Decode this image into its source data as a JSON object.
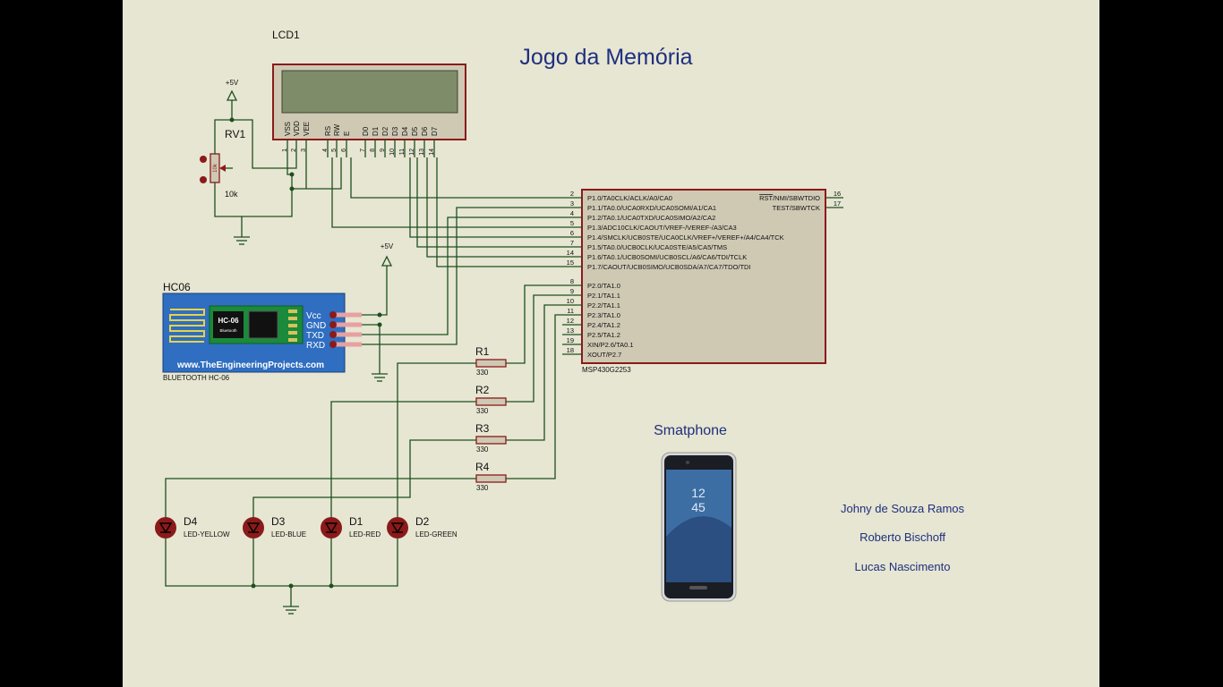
{
  "title": "Jogo da Memória",
  "colors": {
    "sheet_bg": "#e6e6d2",
    "wire": "#1f4f1f",
    "part_outline": "#8b1a1a",
    "part_fill": "#cfc9b4",
    "text_blue": "#1f2f7f",
    "lcd_screen": "#7f8c6a"
  },
  "lcd": {
    "ref": "LCD1",
    "pins": [
      {
        "name": "VSS",
        "num": "1"
      },
      {
        "name": "VDD",
        "num": "2"
      },
      {
        "name": "VEE",
        "num": "3"
      },
      {
        "name": "RS",
        "num": "4"
      },
      {
        "name": "RW",
        "num": "5"
      },
      {
        "name": "E",
        "num": "6"
      },
      {
        "name": "D0",
        "num": "7"
      },
      {
        "name": "D1",
        "num": "8"
      },
      {
        "name": "D2",
        "num": "9"
      },
      {
        "name": "D3",
        "num": "10"
      },
      {
        "name": "D4",
        "num": "11"
      },
      {
        "name": "D5",
        "num": "12"
      },
      {
        "name": "D6",
        "num": "13"
      },
      {
        "name": "D7",
        "num": "14"
      }
    ]
  },
  "pot": {
    "ref": "RV1",
    "value": "10k",
    "body": "10k"
  },
  "power": {
    "label_1": "+5V",
    "label_2": "+5V"
  },
  "hc06": {
    "ref": "HC06",
    "chip": "HC-06",
    "chip_sub": "Bluetooth",
    "website": "www.TheEngineeringProjects.com",
    "caption": "BLUETOOTH HC-06",
    "pins": [
      "Vcc",
      "GND",
      "TXD",
      "RXD"
    ]
  },
  "mcu": {
    "name": "MSP430G2253",
    "left_pins": [
      {
        "num": "2",
        "label": "P1.0/TA0CLK/ACLK/A0/CA0"
      },
      {
        "num": "3",
        "label": "P1.1/TA0.0/UCA0RXD/UCA0SOMI/A1/CA1"
      },
      {
        "num": "4",
        "label": "P1.2/TA0.1/UCA0TXD/UCA0SIMO/A2/CA2"
      },
      {
        "num": "5",
        "label": "P1.3/ADC10CLK/CAOUT/VREF-/VEREF-/A3/CA3"
      },
      {
        "num": "6",
        "label": "P1.4/SMCLK/UCB0STE/UCA0CLK/VREF+/VEREF+/A4/CA4/TCK"
      },
      {
        "num": "7",
        "label": "P1.5/TA0.0/UCB0CLK/UCA0STE/A5/CA5/TMS"
      },
      {
        "num": "14",
        "label": "P1.6/TA0.1/UCB0SOMI/UCB0SCL/A6/CA6/TDI/TCLK"
      },
      {
        "num": "15",
        "label": "P1.7/CAOUT/UCB0SIMO/UCB0SDA/A7/CA7/TDO/TDI"
      },
      {
        "num": "8",
        "label": "P2.0/TA1.0"
      },
      {
        "num": "9",
        "label": "P2.1/TA1.1"
      },
      {
        "num": "10",
        "label": "P2.2/TA1.1"
      },
      {
        "num": "11",
        "label": "P2.3/TA1.0"
      },
      {
        "num": "12",
        "label": "P2.4/TA1.2"
      },
      {
        "num": "13",
        "label": "P2.5/TA1.2"
      },
      {
        "num": "19",
        "label": "XIN/P2.6/TA0.1"
      },
      {
        "num": "18",
        "label": "XOUT/P2.7"
      }
    ],
    "right_pins": [
      {
        "num": "16",
        "label_over": "RST",
        "label": "/NMI/SBWTDIO"
      },
      {
        "num": "17",
        "label_over": "",
        "label": "TEST/SBWTCK"
      }
    ]
  },
  "resistors": [
    {
      "ref": "R1",
      "value": "330"
    },
    {
      "ref": "R2",
      "value": "330"
    },
    {
      "ref": "R3",
      "value": "330"
    },
    {
      "ref": "R4",
      "value": "330"
    }
  ],
  "leds": [
    {
      "ref": "D4",
      "type": "LED-YELLOW"
    },
    {
      "ref": "D3",
      "type": "LED-BLUE"
    },
    {
      "ref": "D1",
      "type": "LED-RED"
    },
    {
      "ref": "D2",
      "type": "LED-GREEN"
    }
  ],
  "smartphone": {
    "label": "Smatphone",
    "time_hour": "12",
    "time_min": "45"
  },
  "authors": [
    "Johny de Souza Ramos",
    "Roberto Bischoff",
    "Lucas Nascimento"
  ]
}
